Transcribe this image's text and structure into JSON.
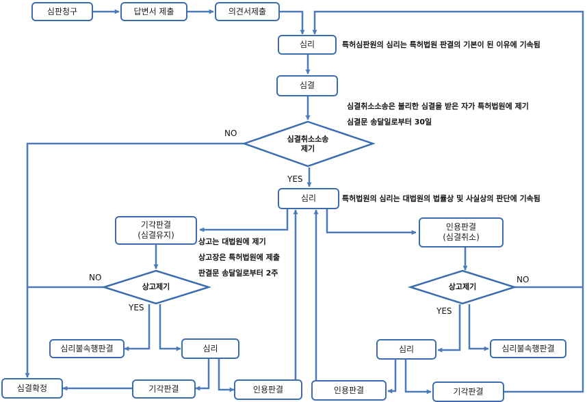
{
  "colors": {
    "line": "#4a7ab8",
    "box_border": "#3a6cb0"
  },
  "boxes": {
    "appeal_request": "심판청구",
    "answer_submission": "답변서 제출",
    "opinion_submission": "의견서제출",
    "trial_review_1": "심리",
    "trial_decision": "심결",
    "court_review": "심리",
    "dismissal_left": {
      "line1": "기각판결",
      "line2": "(심결유지)"
    },
    "acceptance_right": {
      "line1": "인용판결",
      "line2": "(심결취소)"
    },
    "no_review_left": "심리불속행판결",
    "supreme_review_left": "심리",
    "decision_final": "심결확정",
    "dismissal_bottom_left": "기각판결",
    "acceptance_bottom_left": "인용판결",
    "acceptance_bottom_right": "인용판결",
    "supreme_review_right": "심리",
    "no_review_right": "심리불속행판결",
    "dismissal_bottom_right": "기각판결"
  },
  "decisions": {
    "cancel_suit": {
      "line1": "심결취소소송",
      "line2": "제기"
    },
    "appeal_left": "상고제기",
    "appeal_right": "상고제기"
  },
  "notes": {
    "trial_binding": "특허심판원의 심리는 특허법원 판결의 기본이 된 이유에 기속됨",
    "cancel_suit_line1": "심결취소소송은 불리한 심결을 받은 자가 특허법원에 제기",
    "cancel_suit_line2": "심결문 송달일로부터 30일",
    "court_binding": "특허법원의 심리는 대법원의 법률상 및 사실상의 판단에 기속됨",
    "appeal_line1": "상고는 대법원에 제기",
    "appeal_line2": "상고장은 특허법원에 제출",
    "appeal_line3": "판결문 송달일로부터 2주"
  },
  "labels": {
    "no_top": "NO",
    "yes_top": "YES",
    "no_left": "NO",
    "yes_left": "YES",
    "no_right": "NO",
    "yes_right": "YES"
  }
}
